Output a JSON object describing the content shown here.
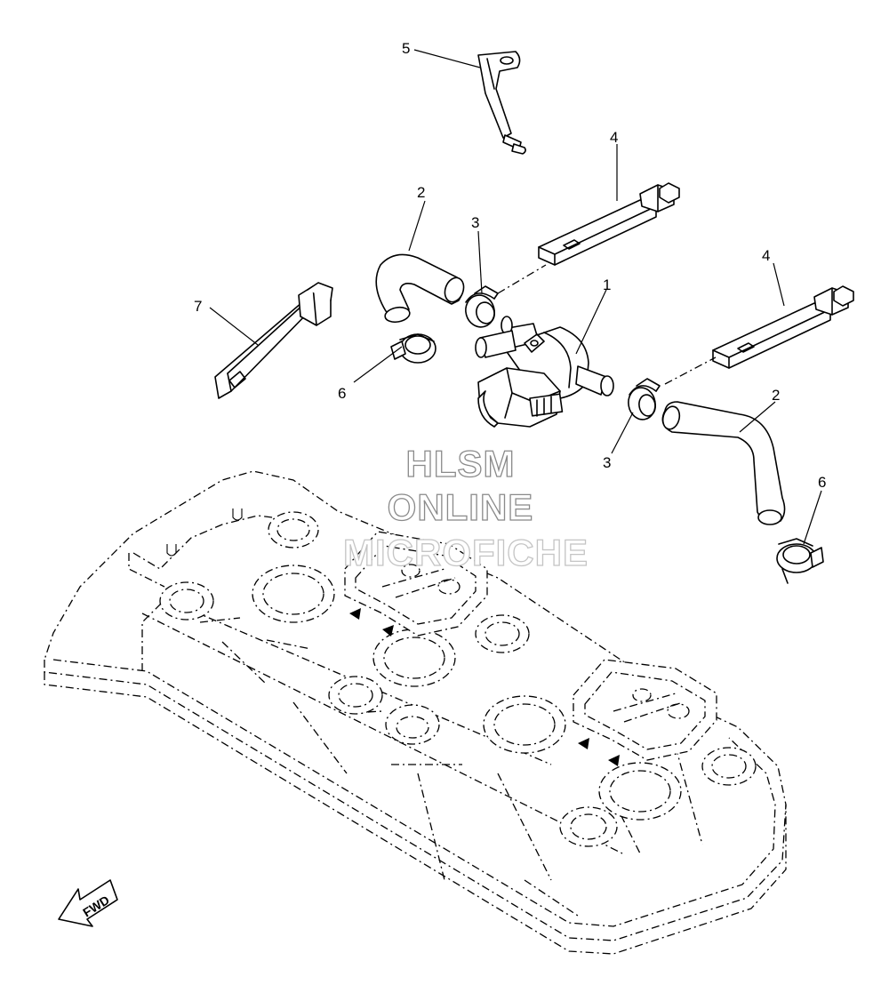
{
  "callouts": [
    {
      "id": "c5",
      "label": "5"
    },
    {
      "id": "c4a",
      "label": "4"
    },
    {
      "id": "c2a",
      "label": "2"
    },
    {
      "id": "c3a",
      "label": "3"
    },
    {
      "id": "c4b",
      "label": "4"
    },
    {
      "id": "c1",
      "label": "1"
    },
    {
      "id": "c7",
      "label": "7"
    },
    {
      "id": "c6a",
      "label": "6"
    },
    {
      "id": "c2b",
      "label": "2"
    },
    {
      "id": "c3b",
      "label": "3"
    },
    {
      "id": "c6b",
      "label": "6"
    }
  ],
  "watermark": {
    "line1": "HLSM",
    "line2": "ONLINE",
    "line3": "MICROFICHE"
  },
  "direction_marker": {
    "label": "FWD"
  },
  "colors": {
    "line": "#000000",
    "background": "#ffffff",
    "watermark_outline": "#8a8a8a"
  }
}
